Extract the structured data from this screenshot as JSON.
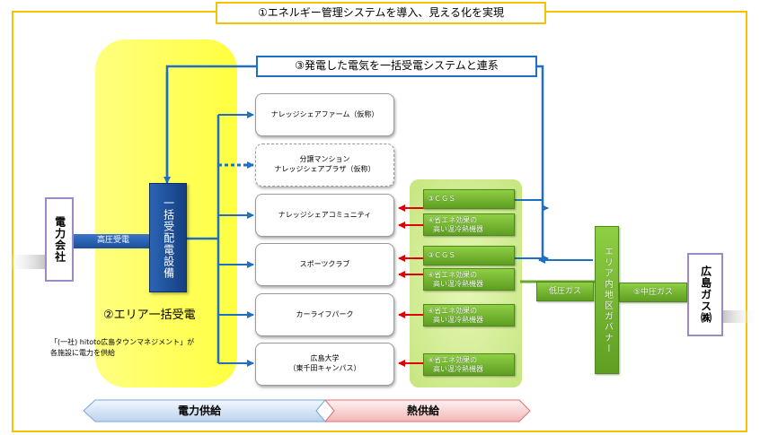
{
  "title": "①エネルギー管理システムを導入、見える化を実現",
  "connect_label": "③発電した電気を一括受電システムと連系",
  "electric_company": "電力会社",
  "high_voltage": "高圧受電",
  "bulk_equipment": "一括受配電設備",
  "area_bulk": "②エリア一括受電",
  "note_line1": "「(一社) hitoto広島タウンマネジメント」が",
  "note_line2": "各施設に電力を供給",
  "facilities": [
    {
      "line1": "ナレッジシェアファーム（仮称）",
      "line2": ""
    },
    {
      "line1": "分譲マンション",
      "line2": "ナレッジシェアプラザ（仮称）"
    },
    {
      "line1": "ナレッジシェアコミュニティ",
      "line2": ""
    },
    {
      "line1": "スポーツクラブ",
      "line2": ""
    },
    {
      "line1": "カーライフパーク",
      "line2": ""
    },
    {
      "line1": "広島大学",
      "line2": "（東千田キャンパス）"
    }
  ],
  "cgs_label": "③ＣＧＳ",
  "eco_line1": "④省エネ効果の",
  "eco_line2": "高い温冷熱機器",
  "low_pressure": "低圧ガス",
  "governor": "エリア内地区ガバナー",
  "mid_pressure": "⑤中圧ガス",
  "gas_company": "広島ガス㈱",
  "power_supply": "電力供給",
  "heat_supply": "熱供給",
  "colors": {
    "frame": "#f5c400",
    "yellow_area": "#ffff66",
    "green_area": "#d6ef9a",
    "blue_arrow": "#1f6fc5",
    "red_arrow": "#e00000",
    "navy_box": "#1b4f9a",
    "purple_border": "#9c8ac6"
  }
}
